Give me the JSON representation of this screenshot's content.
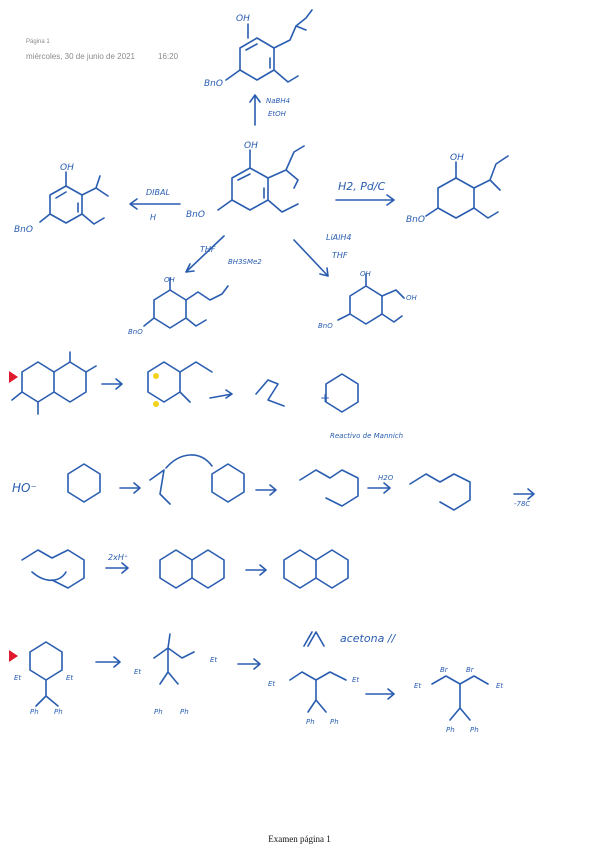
{
  "header": {
    "page_label": "Página 1",
    "date": "miércoles, 30 de junio de 2021",
    "time": "16:20"
  },
  "footer": {
    "label": "Examen página 1"
  },
  "annotations": {
    "nabh4": "NaBH4",
    "etoh": "EtOH",
    "dibal": "DIBAL",
    "h": "H",
    "h2": "H2, Pd/C",
    "thf": "THF",
    "bh3": "BH3SMe2",
    "lialh4": "LiAlH4",
    "thf2": "THF",
    "bno": "BnO",
    "oh": "OH",
    "reactivo": "Reactivo de Mannich",
    "ho": "HO⁻",
    "h2o": "H2O",
    "temp": "-78C",
    "hplus": "2xH⁺",
    "et": "Et",
    "ph": "Ph",
    "br": "Br",
    "acetona": "acetona //"
  },
  "colors": {
    "ink": "#2a5db0",
    "marker": "#e0192c",
    "highlight": "#f2d21b"
  }
}
